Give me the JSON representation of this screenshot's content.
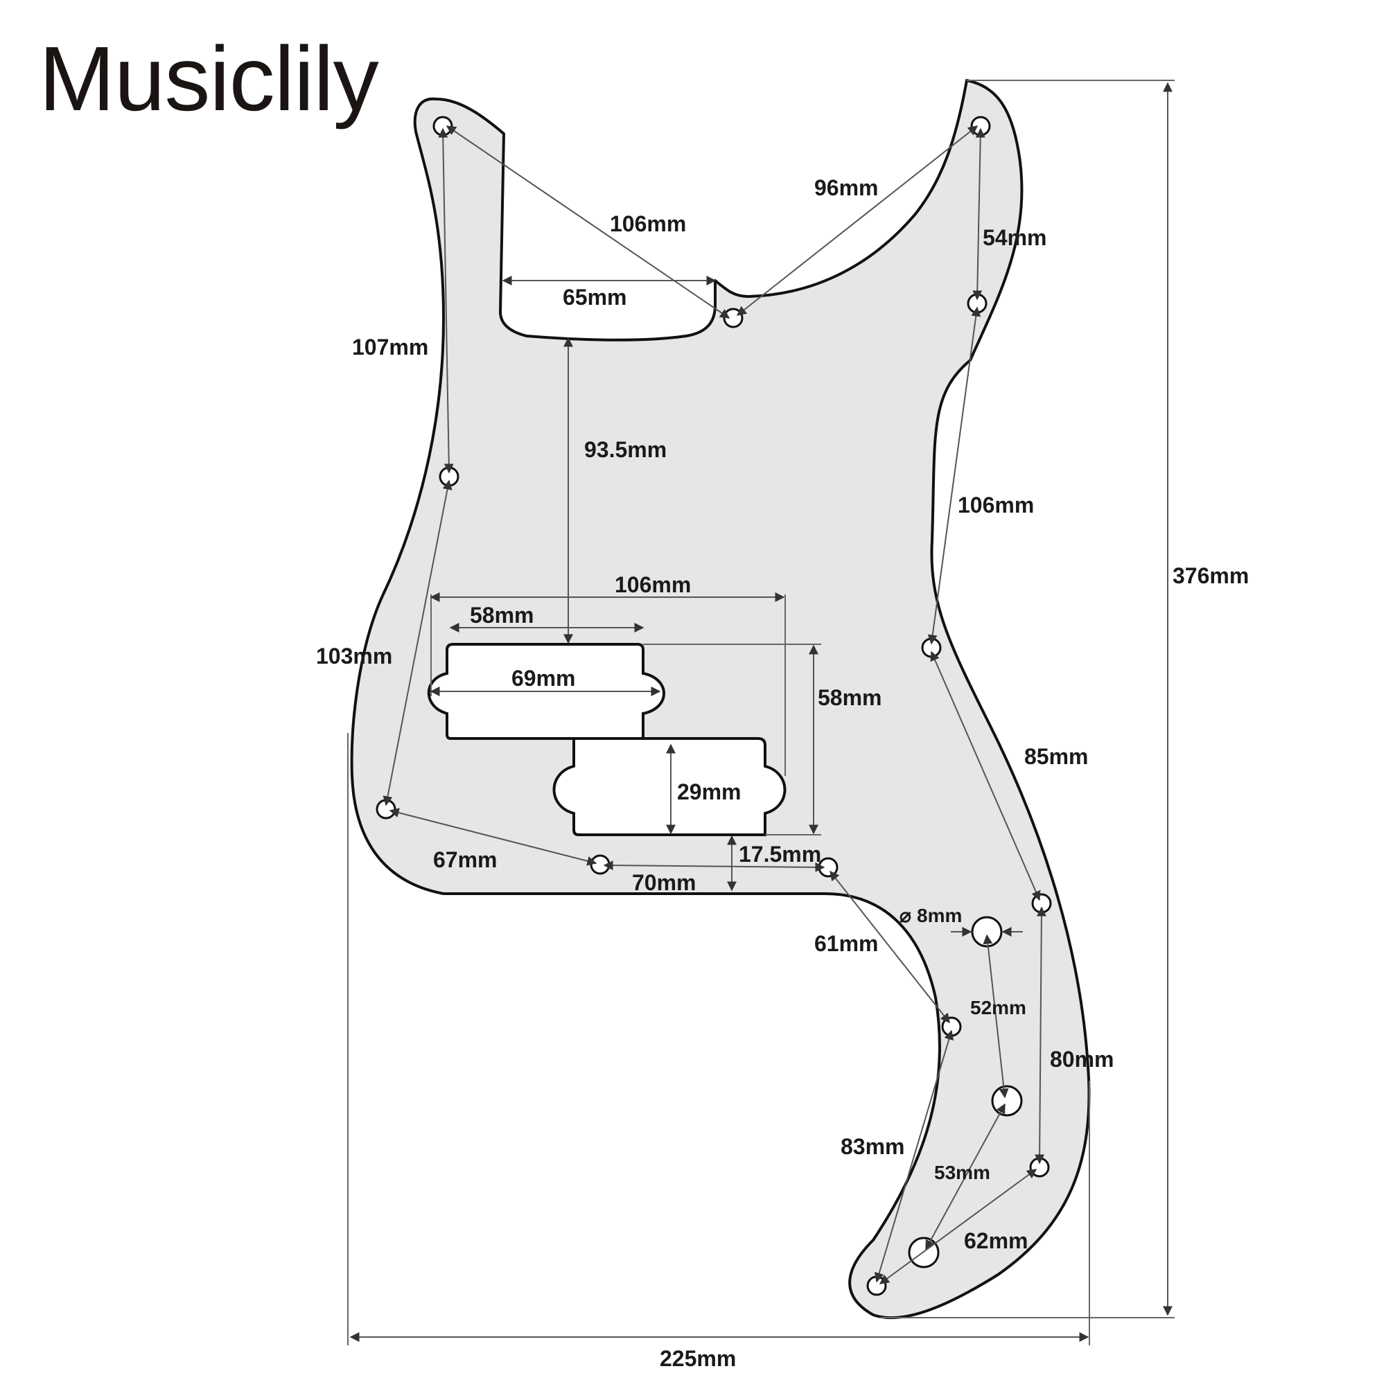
{
  "brand": {
    "name": "Musiclily"
  },
  "colors": {
    "guard_fill": "#e6e6e6",
    "outline": "#111111",
    "dimension_line": "#555555",
    "text": "#1a1a1a"
  },
  "diagram": {
    "subject": "bass pickguard",
    "measurements": {
      "top_hole_span": "106mm",
      "horn_hole_span": "96mm",
      "right_upper_holes": "54mm",
      "neck_pocket_width": "65mm",
      "left_upper_holes": "107mm",
      "pocket_to_pickup": "93.5mm",
      "pickup_total_width": "106mm",
      "pickup_upper_width": "58mm",
      "pickup_coil_width": "69mm",
      "pickup_height": "58mm",
      "right_mid_holes": "106mm",
      "left_lower_holes": "103mm",
      "lower_coil_height": "29mm",
      "right_lower_holes": "85mm",
      "bottom_left_holes": "67mm",
      "pickup_to_edge": "17.5mm",
      "bottom_mid_holes": "70mm",
      "jack_diameter": "8mm",
      "diagonal_holes": "61mm",
      "pot_spacing": "52mm",
      "right_tail_holes": "80mm",
      "tail_left_holes": "83mm",
      "tail_pot_spacing": "53mm",
      "tail_bottom_holes": "62mm",
      "overall_height": "376mm",
      "overall_width": "225mm"
    }
  }
}
